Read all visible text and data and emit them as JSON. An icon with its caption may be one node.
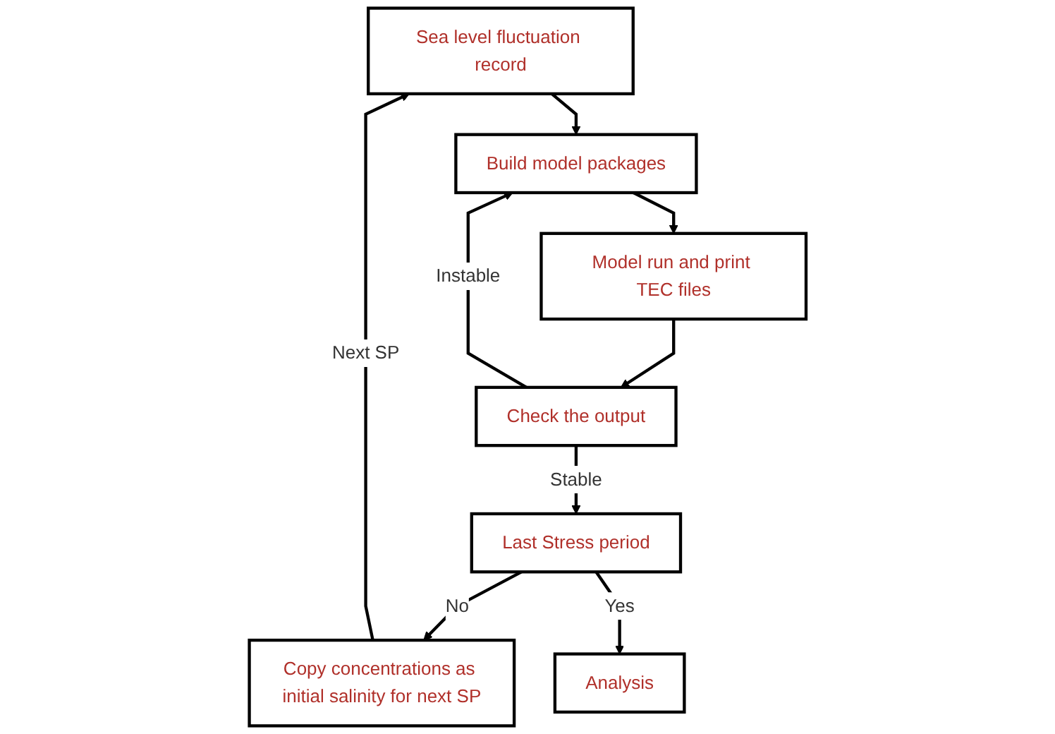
{
  "diagram": {
    "nodes": [
      {
        "text": [
          "Sea level fluctuation record"
        ]
      },
      {
        "text": [
          "Build model packages"
        ]
      },
      {
        "text": [
          "Model run and print TEC files"
        ]
      },
      {
        "text": [
          "Copy concentrations as initial salinity for next SP"
        ]
      },
      {
        "text": [
          "Check the output"
        ]
      },
      {
        "text": [
          "Last Stress period"
        ]
      },
      {
        "text": [
          "Analysis"
        ]
      }
    ],
    "edges": [
      {
        "from": 0,
        "to": 1,
        "arrow": "to"
      },
      {
        "from": 1,
        "to": 2,
        "arrow": "to"
      },
      {
        "from": 2,
        "to": 4,
        "arrow": "to"
      },
      {
        "from": 4,
        "to": 1,
        "arrow": "to",
        "label": "Instable"
      },
      {
        "from": 4,
        "to": 5,
        "arrow": "to",
        "label": "Stable"
      },
      {
        "from": 5,
        "to": 3,
        "arrow": "to",
        "label": "No"
      },
      {
        "from": 5,
        "to": 6,
        "arrow": "to",
        "label": "Yes"
      },
      {
        "from": 3,
        "to": 0,
        "arrow": "to",
        "label": "Next SP"
      }
    ]
  }
}
